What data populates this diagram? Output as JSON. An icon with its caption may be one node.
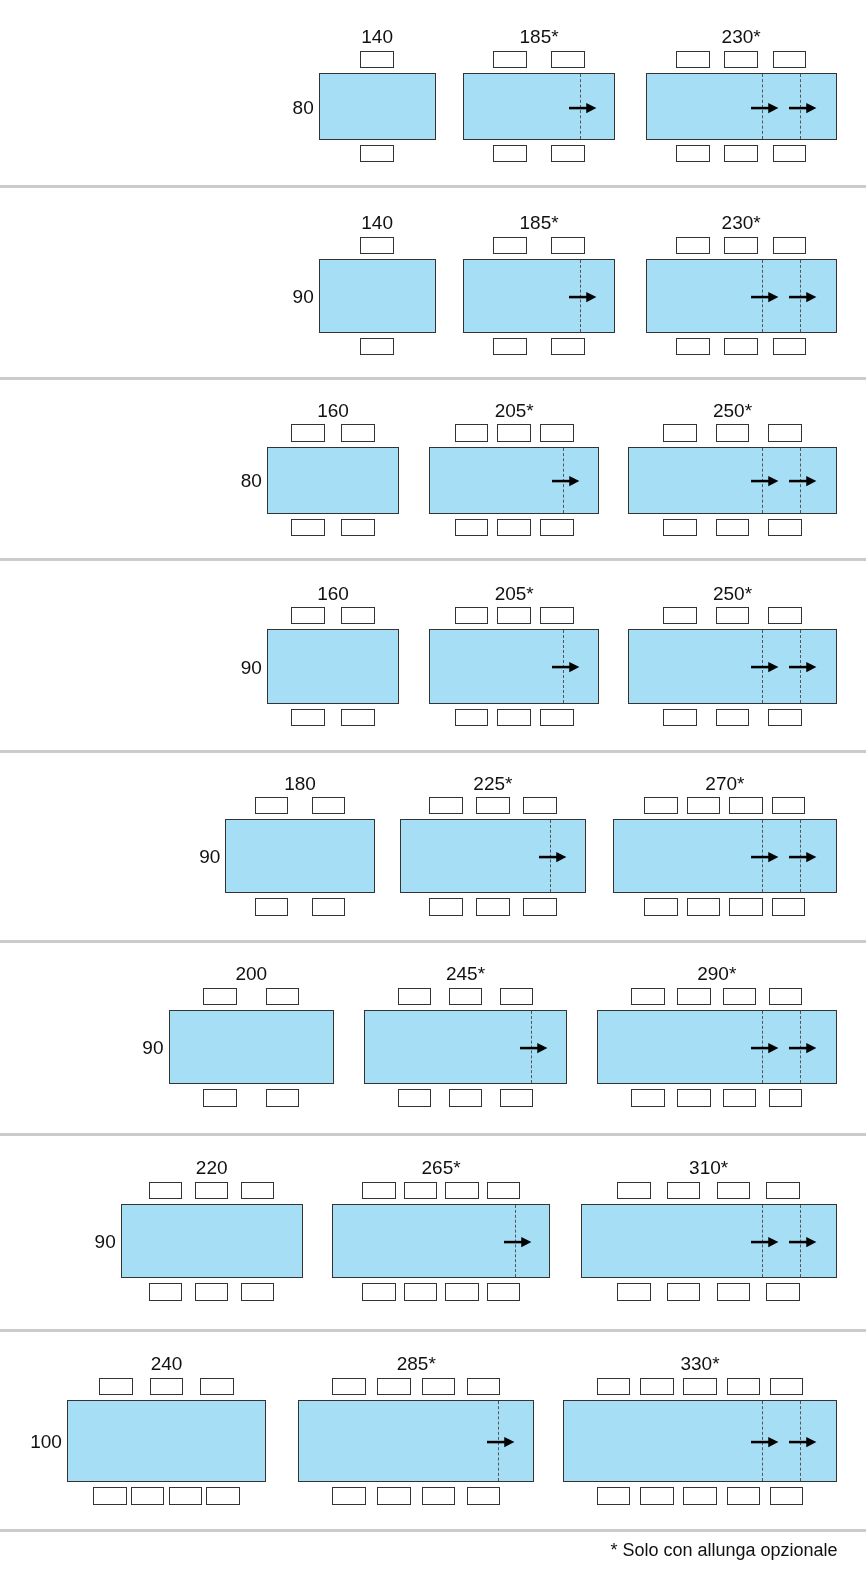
{
  "diagram": {
    "labels": [
      "140",
      "185*",
      "230*",
      "80",
      "140",
      "185*",
      "230*",
      "90",
      "160",
      "205*",
      "250*",
      "80",
      "160",
      "205*",
      "250*",
      "90",
      "180",
      "225*",
      "270*",
      "90",
      "200",
      "245*",
      "290*",
      "90",
      "220",
      "265*",
      "310*",
      "90",
      "240",
      "285*",
      "330*",
      "100",
      "* Solo con allunga opzionale"
    ]
  }
}
